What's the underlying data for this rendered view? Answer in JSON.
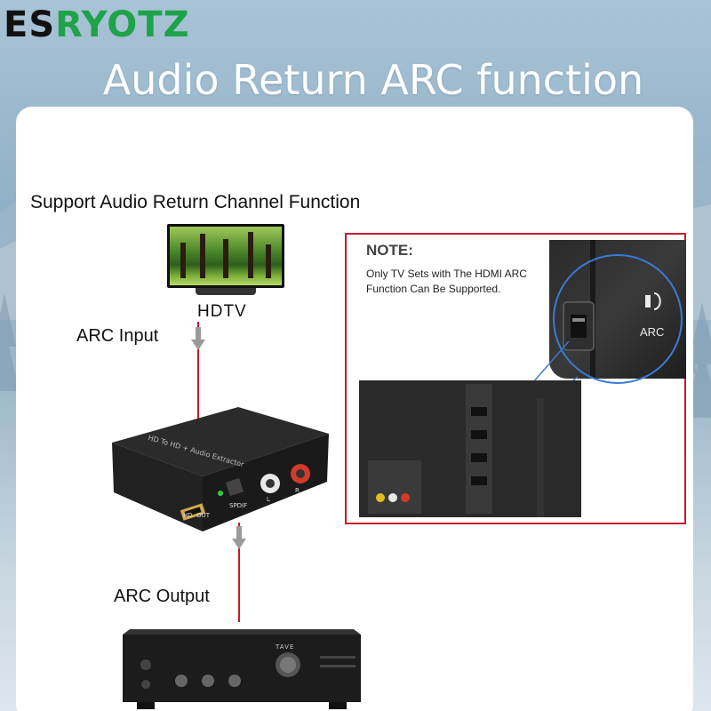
{
  "brand": {
    "part1": "ES",
    "part2": "RYOTZ"
  },
  "headline": "Audio Return ARC function",
  "diagram": {
    "title": "Support Audio Return Channel Function",
    "tv_label": "HDTV",
    "arc_input_label": "ARC Input",
    "arc_output_label": "ARC Output",
    "device": {
      "top_text": "HD To HD + Audio Extractor",
      "port_hd_out": "HD  OUT",
      "port_spdif": "SPDIF",
      "port_l": "L",
      "port_r": "R"
    },
    "amplifier": {
      "model_text": "TAVE"
    }
  },
  "note": {
    "title": "NOTE:",
    "text": "Only TV Sets with The HDMI ARC Function Can Be Supported.",
    "zoom_label": "ARC"
  },
  "colors": {
    "brand_dark": "#111111",
    "brand_green": "#1fa34a",
    "accent_red": "#c9182b",
    "zoom_ring": "#3a7bd5"
  }
}
